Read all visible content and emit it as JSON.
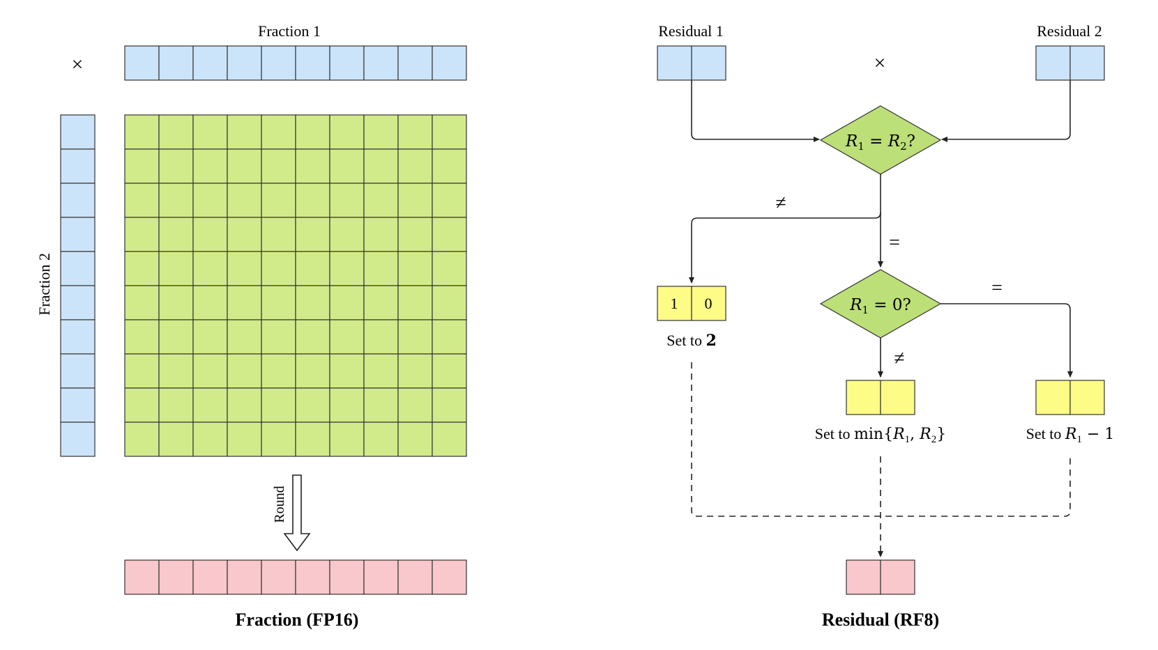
{
  "colors": {
    "fraction_cells": "#cce4fa",
    "product_grid": "#d2eb8a",
    "result_cells": "#f9c8cc",
    "decision_fill": "#bddf78",
    "residual_output": "#fdfc86",
    "stroke": "#333333"
  },
  "left": {
    "fraction1_label": "Fraction 1",
    "fraction2_label": "Fraction 2",
    "multiply_symbol": "×",
    "round_label": "Round",
    "title": "Fraction (FP16)",
    "fraction1_bits": 10,
    "fraction2_bits": 10,
    "result_bits": 10
  },
  "right": {
    "residual1_label": "Residual 1",
    "residual2_label": "Residual 2",
    "multiply_symbol": "×",
    "decision1": {
      "lhs": "R",
      "lhs_sub": "1",
      "eq": " = ",
      "rhs": "R",
      "rhs_sub": "2",
      "q": "?"
    },
    "decision2": {
      "lhs": "R",
      "lhs_sub": "1",
      "eq": " = ",
      "rhs": "0",
      "q": "?"
    },
    "edge_neq": "≠",
    "edge_eq": "=",
    "edge_eq2": "=",
    "edge_neq2": "≠",
    "box1_bit1": "1",
    "box1_bit2": "0",
    "set_to_prefix": "Set to ",
    "set2_value": "2",
    "set_min_func": "min",
    "set_min_open": "{",
    "set_min_r1": "R",
    "set_min_r1_sub": "1",
    "set_min_sep": ", ",
    "set_min_r2": "R",
    "set_min_r2_sub": "2",
    "set_min_close": "}",
    "set_r1m1_var": "R",
    "set_r1m1_sub": "1",
    "set_r1m1_rest": " − 1",
    "title": "Residual (RF8)"
  }
}
